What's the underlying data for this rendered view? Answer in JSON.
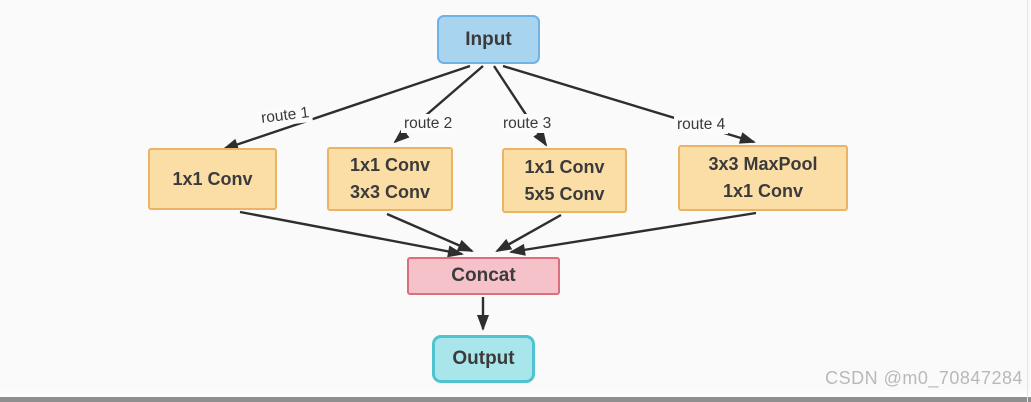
{
  "diagram": {
    "input": {
      "label": "Input"
    },
    "branches": [
      {
        "route": "route 1",
        "lines": [
          "1x1 Conv"
        ]
      },
      {
        "route": "route 2",
        "lines": [
          "1x1 Conv",
          "3x3 Conv"
        ]
      },
      {
        "route": "route 3",
        "lines": [
          "1x1 Conv",
          "5x5 Conv"
        ]
      },
      {
        "route": "route 4",
        "lines": [
          "3x3 MaxPool",
          "1x1 Conv"
        ]
      }
    ],
    "concat": {
      "label": "Concat"
    },
    "output": {
      "label": "Output"
    },
    "edges": [
      {
        "from": "input",
        "to": "branch-1",
        "label": "route 1"
      },
      {
        "from": "input",
        "to": "branch-2",
        "label": "route 2"
      },
      {
        "from": "input",
        "to": "branch-3",
        "label": "route 3"
      },
      {
        "from": "input",
        "to": "branch-4",
        "label": "route 4"
      },
      {
        "from": "branch-1",
        "to": "concat"
      },
      {
        "from": "branch-2",
        "to": "concat"
      },
      {
        "from": "branch-3",
        "to": "concat"
      },
      {
        "from": "branch-4",
        "to": "concat"
      },
      {
        "from": "concat",
        "to": "output"
      }
    ],
    "colors": {
      "background": "#fafafa",
      "input_fill": "#a9d4f0",
      "input_border": "#6fb3e4",
      "branch_fill": "#fbdda6",
      "branch_border": "#eab366",
      "concat_fill": "#f6c2c9",
      "concat_border": "#dd6d7c",
      "output_fill": "#a9e6ec",
      "output_border": "#4fc3cf",
      "arrow": "#2e2e2e",
      "text": "#3b3b3b"
    }
  },
  "watermark": {
    "text": "CSDN @m0_70847284"
  }
}
